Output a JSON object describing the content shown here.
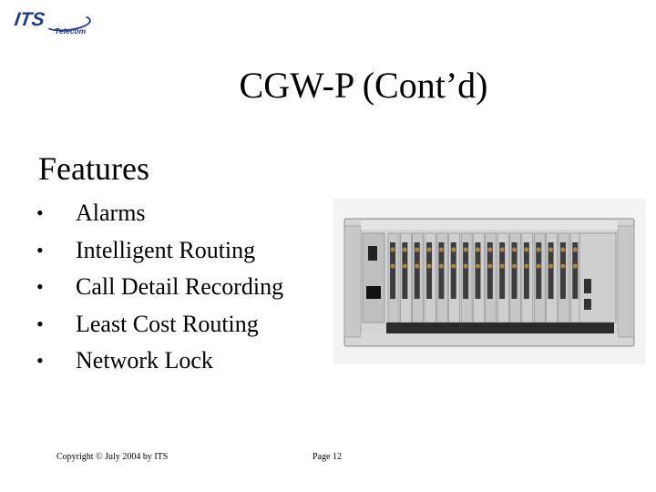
{
  "logo": {
    "brand": "ITS",
    "sub": "Telecom"
  },
  "title": "CGW-P (Cont’d)",
  "subtitle": "Features",
  "bullet_char": "•",
  "bullets": [
    "Alarms",
    "Intelligent Routing",
    "Call Detail Recording",
    "Least Cost Routing",
    "Network Lock"
  ],
  "footer": {
    "copyright": "Copyright © July 2004 by ITS",
    "page": "Page 12"
  },
  "colors": {
    "brand": "#1f3a8a",
    "chassis": "#d9d9d9",
    "card": "#3d3d3d"
  }
}
